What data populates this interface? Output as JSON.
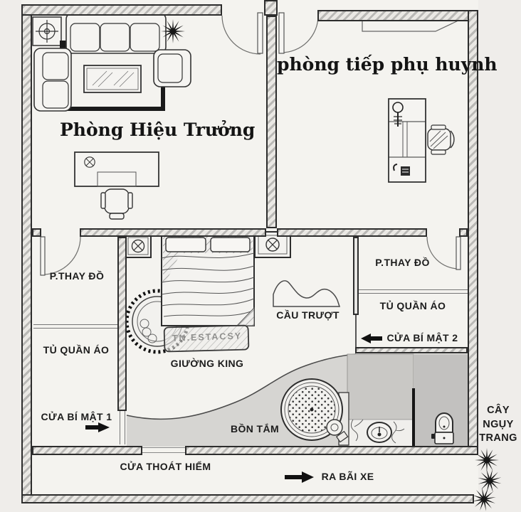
{
  "plan": {
    "titles": {
      "principal": "Phòng Hiệu Trưởng",
      "parent_reception": "phòng tiếp phụ huynh"
    },
    "labels": {
      "changing_left": "P.THAY ĐỒ",
      "wardrobe_left": "TỦ QUẦN ÁO",
      "changing_right": "P.THAY ĐỒ",
      "wardrobe_right": "TỦ QUẦN ÁO",
      "slide": "CẦU TRƯỢT",
      "secret_door_1": "CỬA BÍ MẬT 1",
      "secret_door_2": "CỬA BÍ MẬT 2",
      "king_bed": "GIƯỜNG KING",
      "bed_brand": "TN.ESTACSY",
      "bathtub": "BỒN TẮM",
      "emergency_exit": "CỬA THOÁT HIỂM",
      "to_parking": "RA BÃI XE",
      "camouflage_tree": "CÂY NGỤY TRANG"
    },
    "colors": {
      "wall_outline": "#2d2d2d",
      "floor": "#f4f3ef",
      "bath_zone": "#d6d5d2",
      "toilet_zone": "#c2c1bf",
      "accent_black": "#1a1a1a",
      "text": "#1c1c1c"
    }
  }
}
